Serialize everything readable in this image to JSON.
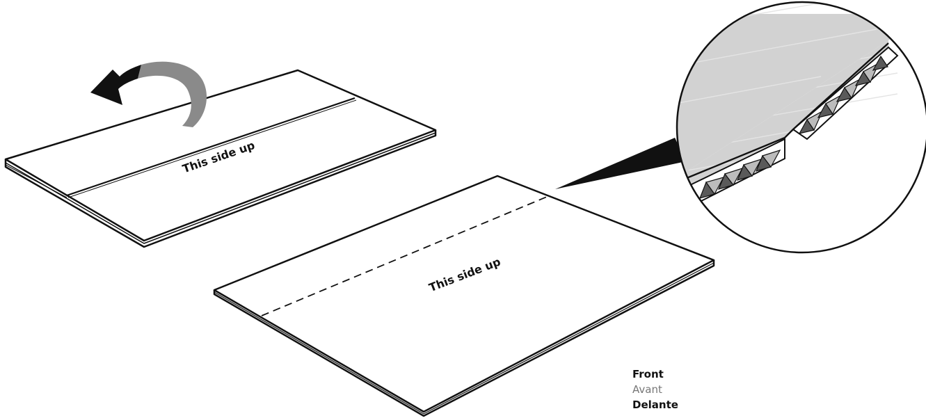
{
  "labels": {
    "folded_panel": "This side up",
    "flat_panel": "This side up"
  },
  "legend": {
    "en": "Front",
    "fr": "Avant",
    "es": "Delante"
  },
  "colors": {
    "outline": "#111111",
    "arrow_dark": "#111111",
    "arrow_light": "#8a8a8a",
    "zoom_fill": "#d2d2d2",
    "flute_light": "#bcbcbc",
    "flute_dark": "#5a5a5a"
  }
}
